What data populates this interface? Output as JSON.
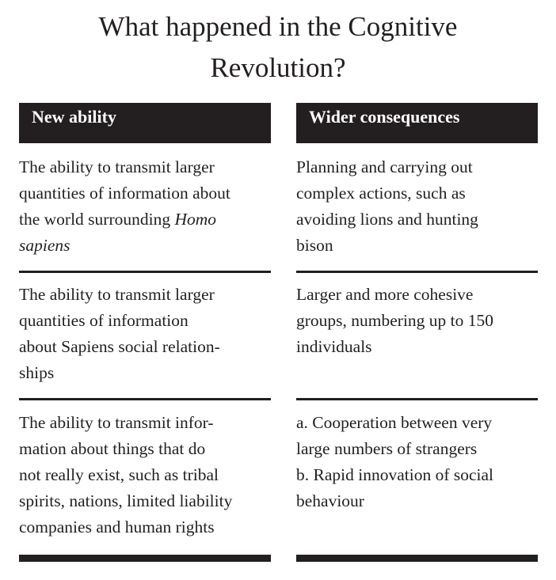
{
  "title": "What happened in the Cognitive Revolution?",
  "title_lines": [
    "What happened in the Cognitive",
    "Revolution?"
  ],
  "table": {
    "headers": [
      "New ability",
      "Wider consequences"
    ],
    "rows": [
      {
        "ability": {
          "text": "The ability to transmit larger quantities of information about the world surrounding",
          "lines": [
            "The ability to transmit larger",
            "quantities of information about",
            "the world surrounding "
          ],
          "italic": "Homo sapiens",
          "italic_parts": [
            "Homo",
            "sapiens"
          ]
        },
        "consequence": {
          "text": "Planning and carrying out complex actions, such as avoiding lions and hunting bison",
          "lines": [
            "Planning and carrying out",
            "complex actions, such as",
            "avoiding lions and hunting",
            "bison"
          ]
        }
      },
      {
        "ability": {
          "text": "The ability to transmit larger quantities of information about Sapiens social relationships",
          "lines": [
            "The ability to transmit larger",
            "quantities of information",
            "about Sapiens social relation-",
            "ships"
          ]
        },
        "consequence": {
          "text": "Larger and more cohesive groups, numbering up to 150 individuals",
          "lines": [
            "Larger and more cohesive",
            "groups, numbering up to 150",
            "individuals"
          ]
        }
      },
      {
        "ability": {
          "text": "The ability to transmit information about things that do not really exist, such as tribal spirits, nations, limited liability companies and human rights",
          "lines": [
            "The ability to transmit infor-",
            "mation about things that do",
            "not really exist, such as tribal",
            "spirits, nations, limited liability",
            "companies and human rights"
          ]
        },
        "consequence": {
          "text": "a. Cooperation between very large numbers of strangers b. Rapid innovation of social behaviour",
          "lines": [
            "a. Cooperation between very",
            "large numbers of strangers",
            "b. Rapid innovation of social",
            "behaviour"
          ]
        }
      }
    ]
  },
  "colors": {
    "ink": "#231f20",
    "background": "#ffffff",
    "header_text": "#ffffff"
  }
}
